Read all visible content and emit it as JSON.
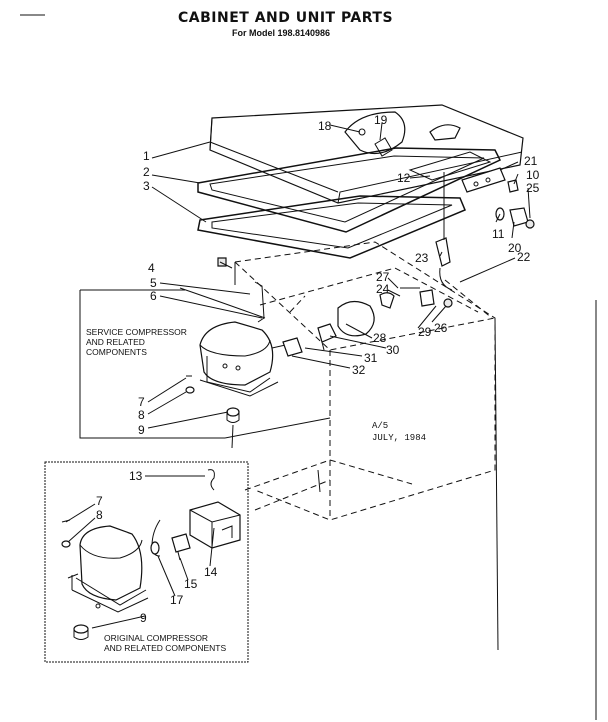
{
  "title": "CABINET AND UNIT PARTS",
  "model": "For Model 198.8140986",
  "labels": {
    "service_line1": "SERVICE COMPRESSOR",
    "service_line2": "AND RELATED",
    "service_line3": "COMPONENTS",
    "original_line1": "ORIGINAL COMPRESSOR",
    "original_line2": "AND RELATED COMPONENTS"
  },
  "stamp": {
    "line1": "A/5",
    "line2": "JULY, 1984"
  },
  "callouts": {
    "n1": "1",
    "n2": "2",
    "n3": "3",
    "n4": "4",
    "n5": "5",
    "n6": "6",
    "n7": "7",
    "n8": "8",
    "n9": "9",
    "n10": "10",
    "n11": "11",
    "n12": "12",
    "n13": "13",
    "n14": "14",
    "n15": "15",
    "n17": "17",
    "n18": "18",
    "n19": "19",
    "n20": "20",
    "n21": "21",
    "n22": "22",
    "n23": "23",
    "n24": "24",
    "n25": "25",
    "n26": "26",
    "n27": "27",
    "n28": "28",
    "n29": "29",
    "n30": "30",
    "n31": "31",
    "n32": "32",
    "n7b": "7",
    "n8b": "8",
    "n9b": "9"
  }
}
